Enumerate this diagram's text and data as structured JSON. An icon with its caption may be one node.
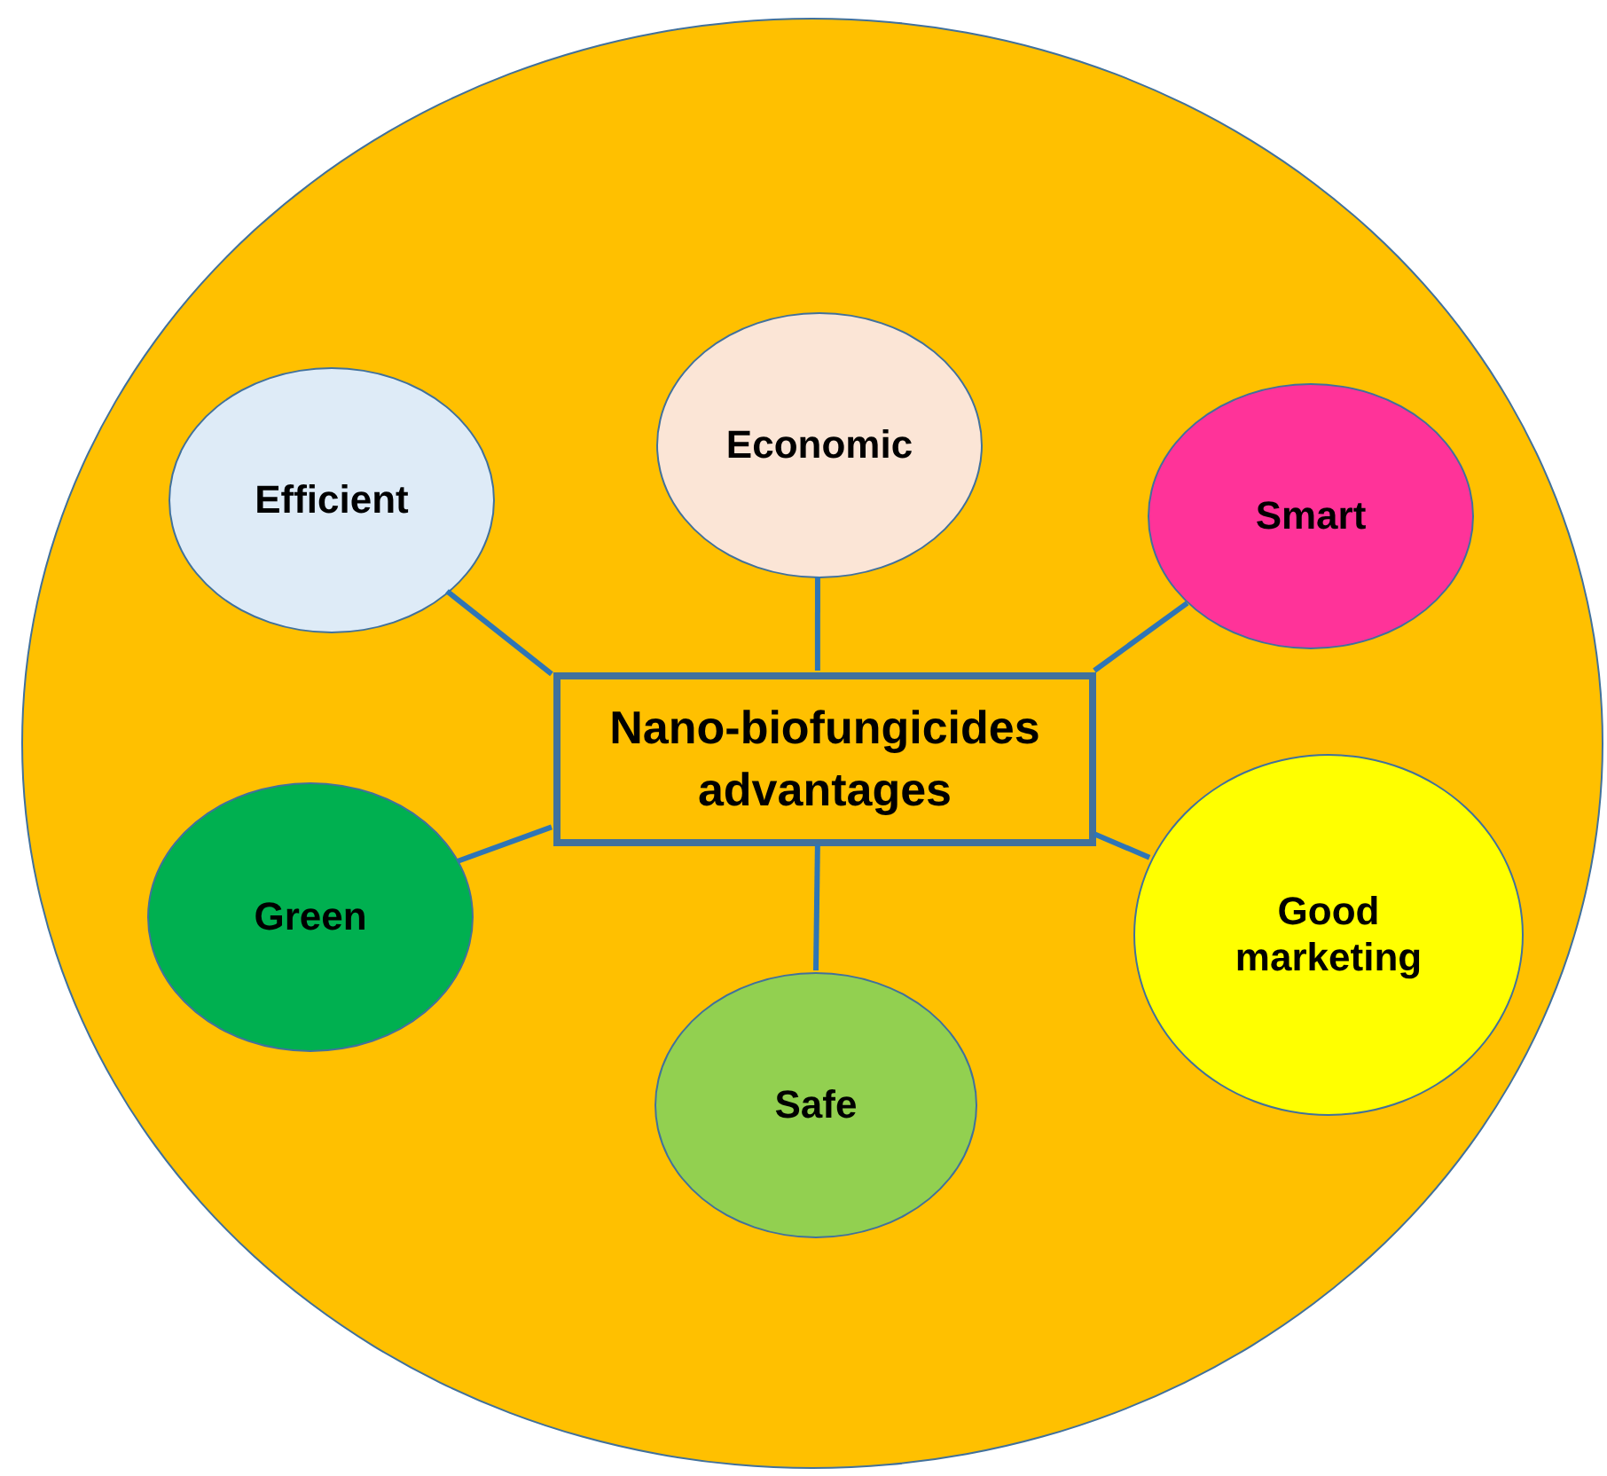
{
  "diagram": {
    "nodes": [
      {
        "text": [],
        "shape": "circle"
      },
      {
        "text": [
          "Nano-biofungicides advantages"
        ],
        "in": 0
      },
      {
        "text": [
          "Efficient"
        ],
        "in": 0
      },
      {
        "text": [
          "Economic"
        ],
        "in": 0
      },
      {
        "text": [
          "Smart"
        ],
        "in": 0
      },
      {
        "text": [
          "Green"
        ],
        "in": 0
      },
      {
        "text": [
          "Safe"
        ],
        "in": 0
      },
      {
        "text": [
          "Good marketing"
        ],
        "in": 0
      }
    ],
    "edges": [
      {
        "from": 1,
        "to": 2,
        "arrow": "none"
      },
      {
        "from": 1,
        "to": 3,
        "arrow": "none"
      },
      {
        "from": 1,
        "to": 4,
        "arrow": "none"
      },
      {
        "from": 1,
        "to": 5,
        "arrow": "none"
      },
      {
        "from": 1,
        "to": 6,
        "arrow": "none"
      },
      {
        "from": 1,
        "to": 7,
        "arrow": "none"
      }
    ]
  }
}
